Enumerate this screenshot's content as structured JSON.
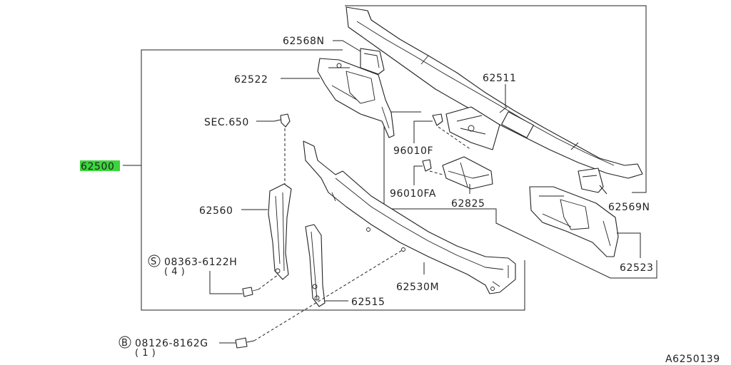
{
  "callouts": {
    "p62568N": "62568N",
    "p62522": "62522",
    "p62511": "62511",
    "sec650": "SEC.650",
    "p96010F": "96010F",
    "p96010FA": "96010FA",
    "p62825": "62825",
    "p62500": "62500",
    "p62569N": "62569N",
    "p62560": "62560",
    "p62523": "62523",
    "bolt_s_code": "08363-6122H",
    "bolt_s_qty": "( 4 )",
    "bolt_s_prefix": "S",
    "p62530M": "62530M",
    "p62515": "62515",
    "bolt_b_code": "08126-8162G",
    "bolt_b_qty": "( 1 )",
    "bolt_b_prefix": "B",
    "diagram_id": "A6250139"
  },
  "colors": {
    "highlight": "#3bd63b",
    "line": "#222222"
  }
}
